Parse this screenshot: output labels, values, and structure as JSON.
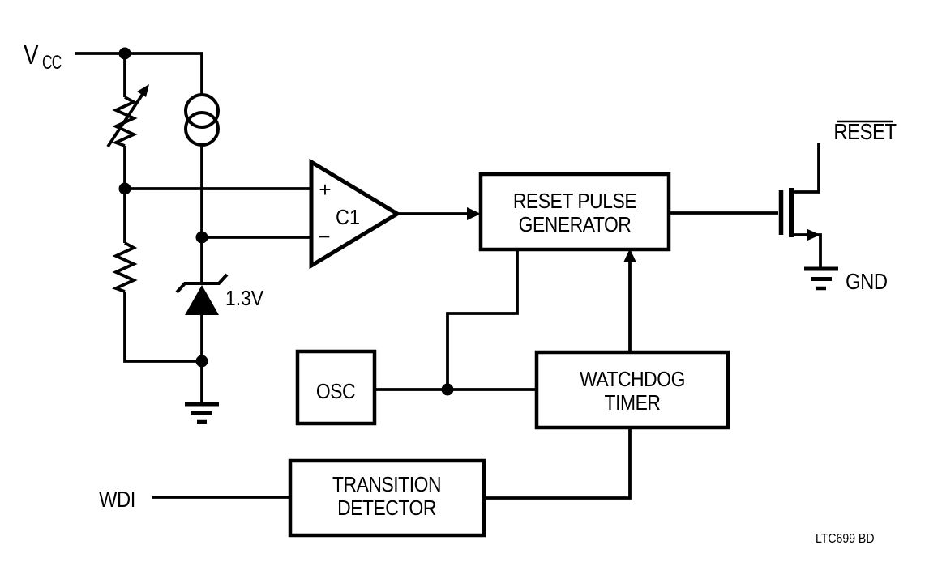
{
  "diagram": {
    "labels": {
      "vcc_main": "V",
      "vcc_sub": "CC",
      "wdi": "WDI",
      "gnd": "GND",
      "reset_bar": "RESET",
      "zener_voltage": "1.3V",
      "part_number": "LTC699 BD"
    },
    "comparator": {
      "name": "C1",
      "plus_label": "+",
      "minus_label": "−"
    },
    "blocks": {
      "reset_pulse_generator": {
        "lines": [
          "RESET PULSE",
          "GENERATOR"
        ]
      },
      "oscillator": {
        "lines": [
          "OSC"
        ]
      },
      "watchdog_timer": {
        "lines": [
          "WATCHDOG",
          "TIMER"
        ]
      },
      "transition_detector": {
        "lines": [
          "TRANSITION",
          "DETECTOR"
        ]
      }
    },
    "colors": {
      "ink": "#000000",
      "background": "#ffffff"
    }
  }
}
